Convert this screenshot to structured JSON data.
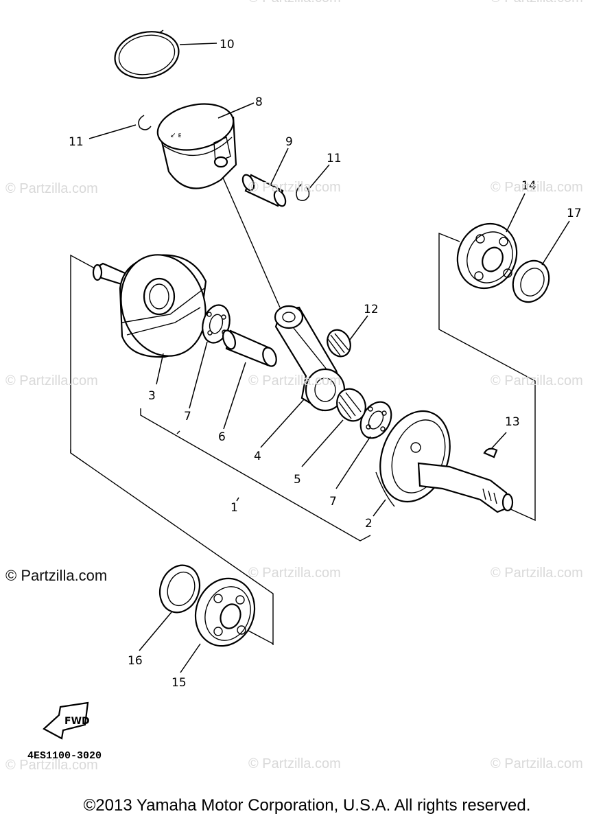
{
  "watermarks": {
    "text": "© Partzilla.com",
    "featured": "© Partzilla.com"
  },
  "diagram_code": "4ES1100-3020",
  "fwd_label": "FWD",
  "copyright": "©2013 Yamaha Motor Corporation, U.S.A. All rights reserved.",
  "callouts": [
    "10",
    "8",
    "11",
    "9",
    "11",
    "14",
    "17",
    "12",
    "3",
    "7",
    "6",
    "4",
    "1",
    "5",
    "7",
    "2",
    "13",
    "16",
    "15"
  ]
}
